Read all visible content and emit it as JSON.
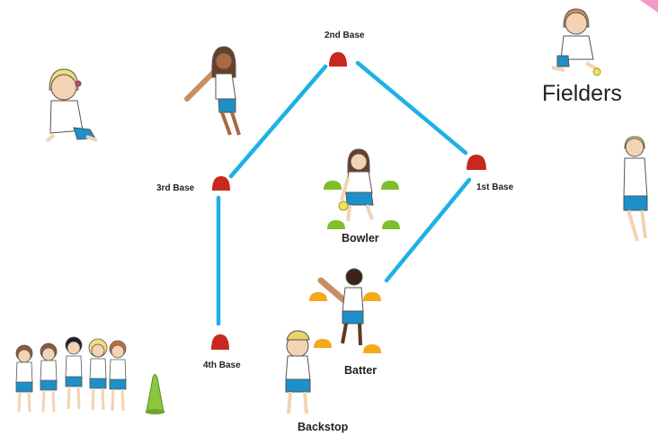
{
  "labels": {
    "second_base": "2nd Base",
    "first_base": "1st Base",
    "third_base": "3rd Base",
    "fourth_base": "4th Base",
    "bowler": "Bowler",
    "batter": "Batter",
    "backstop": "Backstop",
    "fielders": "Fielders"
  },
  "colors": {
    "base_lines": "#1db1e6",
    "base_cone": "#c8281d",
    "bowling_cone": "#7fbf2a",
    "batting_cone": "#f5a81a",
    "marker_cone": "#8cc63f",
    "shirt": "#ffffff",
    "shorts": "#1d8fc9",
    "skin": "#f3d3b3",
    "corner_ribbon": "#f39ac7"
  },
  "icons": [
    "base-cone-icon",
    "bowling-cone-icon",
    "batting-cone-icon",
    "marker-cone-icon",
    "bat-icon",
    "ball-icon",
    "child-figure-icon"
  ]
}
